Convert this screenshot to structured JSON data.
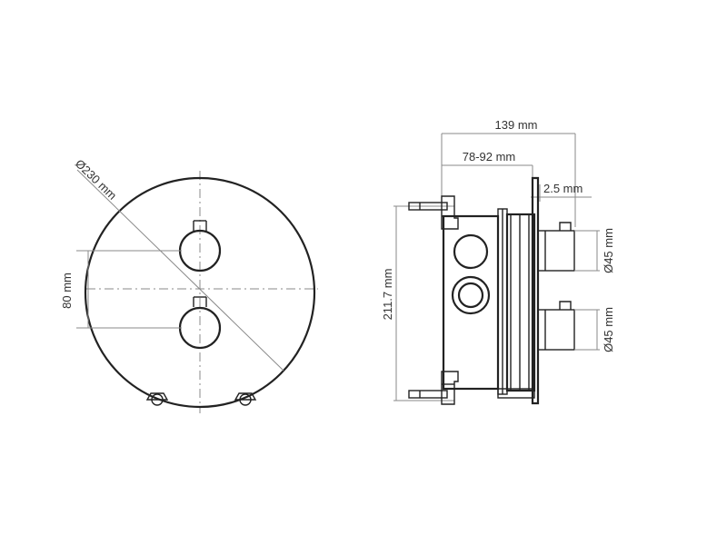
{
  "dimensions": {
    "front_diameter": "Ø230 mm",
    "front_spacing": "80 mm",
    "total_depth": "139 mm",
    "adjustable_depth": "78-92 mm",
    "plate_thickness": "2.5 mm",
    "height": "211.7 mm",
    "handle_diameter_top": "Ø45 mm",
    "handle_diameter_bottom": "Ø45 mm"
  },
  "colors": {
    "line": "#222222",
    "dimension_line": "#8a8a8a",
    "text": "#333333"
  }
}
